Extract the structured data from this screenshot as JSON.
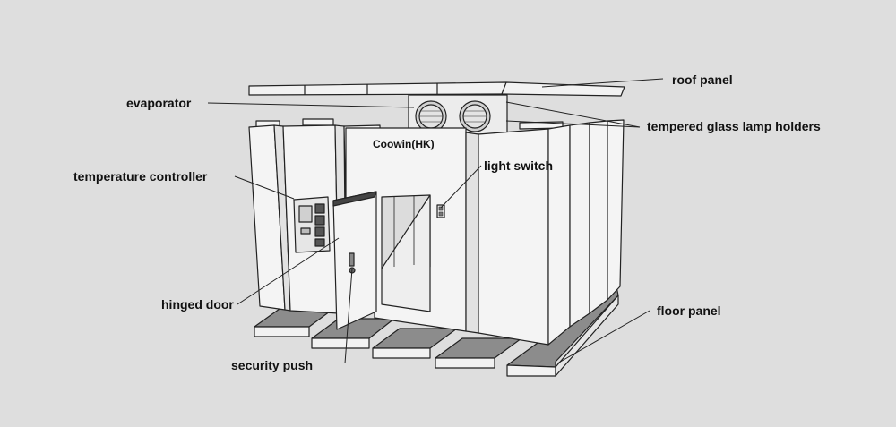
{
  "brand": "Coowin(HK)",
  "labels": {
    "roof_panel": "roof panel",
    "evaporator": "evaporator",
    "tempered_glass_lamp_holders": "tempered glass lamp holders",
    "light_switch": "light switch",
    "temperature_controller": "temperature controller",
    "hinged_door": "hinged door",
    "floor_panel": "floor panel",
    "security_push": "security push"
  },
  "colors": {
    "background": "#dedede",
    "panel": "#f4f4f4",
    "outline": "#222222",
    "floor_top": "#8c8c8c",
    "floor_edge": "#f2f2f2",
    "fan": "#cfcfcf"
  }
}
